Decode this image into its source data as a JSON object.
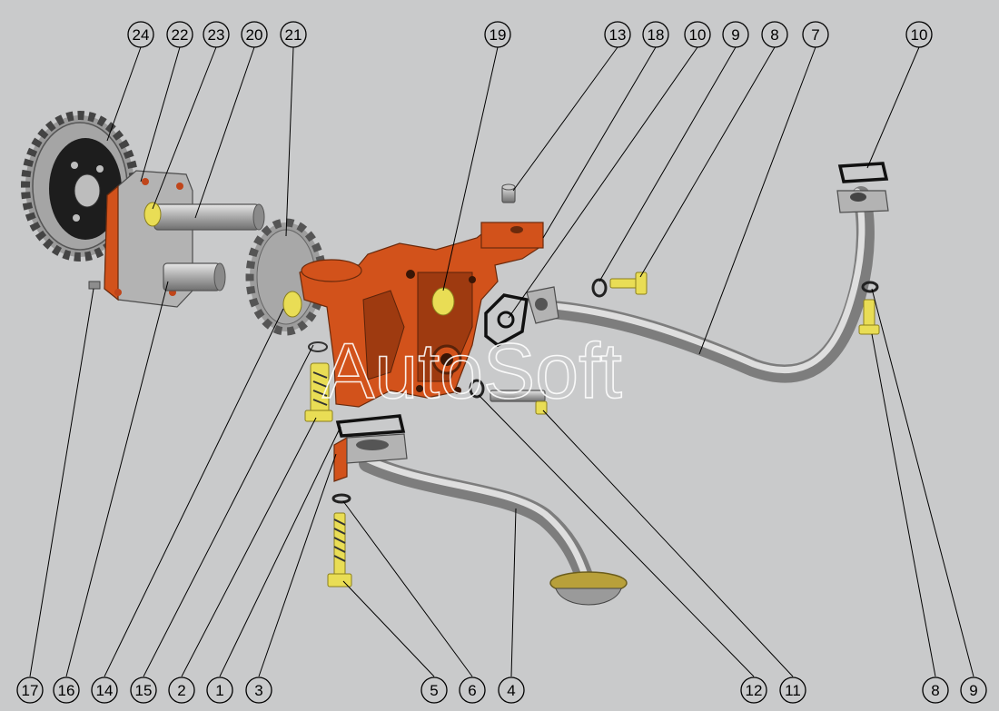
{
  "watermark": "AutoSoft",
  "callouts": [
    {
      "id": "c24",
      "label": "24"
    },
    {
      "id": "c22",
      "label": "22"
    },
    {
      "id": "c23",
      "label": "23"
    },
    {
      "id": "c20",
      "label": "20"
    },
    {
      "id": "c21",
      "label": "21"
    },
    {
      "id": "c19",
      "label": "19"
    },
    {
      "id": "c13",
      "label": "13"
    },
    {
      "id": "c18",
      "label": "18"
    },
    {
      "id": "c10a",
      "label": "10"
    },
    {
      "id": "c9a",
      "label": "9"
    },
    {
      "id": "c8a",
      "label": "8"
    },
    {
      "id": "c7",
      "label": "7"
    },
    {
      "id": "c10b",
      "label": "10"
    },
    {
      "id": "c17",
      "label": "17"
    },
    {
      "id": "c16",
      "label": "16"
    },
    {
      "id": "c14",
      "label": "14"
    },
    {
      "id": "c15",
      "label": "15"
    },
    {
      "id": "c2",
      "label": "2"
    },
    {
      "id": "c1",
      "label": "1"
    },
    {
      "id": "c3",
      "label": "3"
    },
    {
      "id": "c5",
      "label": "5"
    },
    {
      "id": "c6",
      "label": "6"
    },
    {
      "id": "c4",
      "label": "4"
    },
    {
      "id": "c12",
      "label": "12"
    },
    {
      "id": "c11",
      "label": "11"
    },
    {
      "id": "c8b",
      "label": "8"
    },
    {
      "id": "c9b",
      "label": "9"
    }
  ]
}
